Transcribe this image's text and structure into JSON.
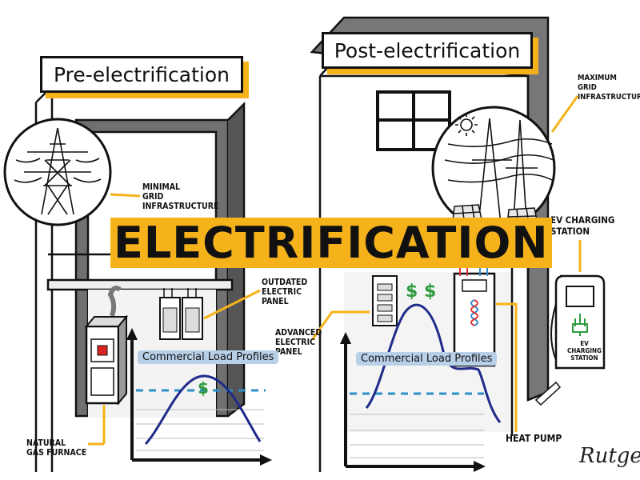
{
  "pre": {
    "title": "Pre-electrification",
    "grid_label": "Minimal\nGrid\nInfrastructure",
    "panel_label": "Outdated\nElectric\nPanel",
    "furnace_label": "Natural\nGas Furnace",
    "load_profile_label": "Commercial Load Profiles",
    "cost_marker": "$"
  },
  "post": {
    "title": "Post-electrification",
    "grid_label": "Maximum\nGrid\nInfrastructure",
    "panel_label": "Advanced\nElectric\nPanel",
    "ev_label": "EV Charging\nStation",
    "ev_device_label": "EV\nCharging\nStation",
    "heat_pump_label": "Heat Pump",
    "load_profile_label": "Commercial Load Profiles",
    "cost_marker": "$ $"
  },
  "main_title": "ELECTRIFICATION",
  "signature": "Rutger",
  "colors": {
    "accent": "#f6b21b",
    "curve": "#1f2a8a",
    "threshold": "#2e8fc7",
    "dollar": "#2e9b3e",
    "label_bg": "#b8cfe8",
    "wall_gray": "#6f6f6f"
  }
}
